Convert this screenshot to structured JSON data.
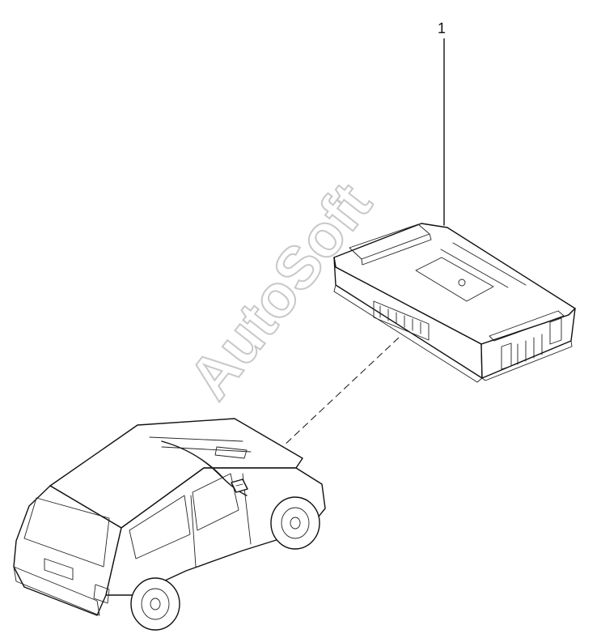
{
  "diagram": {
    "callouts": [
      {
        "id": "1",
        "label": "1"
      }
    ],
    "watermark": "AutoSoft",
    "parts": [
      {
        "name": "control-unit",
        "callout": "1"
      },
      {
        "name": "vehicle",
        "callout": ""
      }
    ]
  }
}
